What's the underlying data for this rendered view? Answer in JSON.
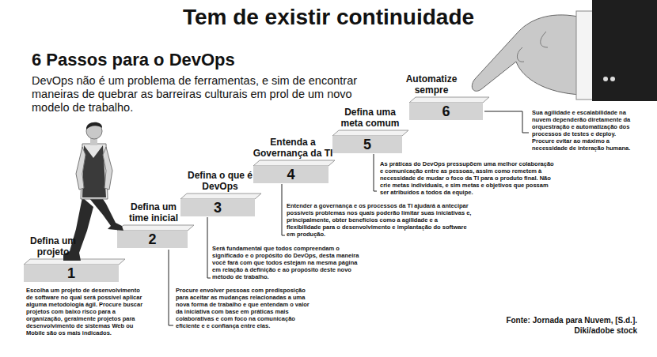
{
  "diagram": {
    "title": "Tem de existir continuidade",
    "nodes": [
      {
        "text": [
          "Defina um projeto",
          "1"
        ]
      },
      {
        "text": [
          "Defina um time inicial",
          "2"
        ]
      },
      {
        "text": [
          "Defina o que é DevOps",
          "3"
        ]
      },
      {
        "text": [
          "Entenda a Governança da TI",
          "4"
        ]
      },
      {
        "text": [
          "Defina uma meta comum",
          "5"
        ]
      },
      {
        "text": [
          "Automatize sempre",
          "6"
        ]
      }
    ],
    "labels": [
      "6 Passos para o DevOps",
      "DevOps não é um problema de ferramentas, e sim de encontrar maneiras de quebrar as barreiras culturais em prol de um novo modelo de trabalho.",
      "Escolha um projeto de desenvolvimento de software no qual será possível aplicar alguma metodologia ágil. Procure buscar projetos com baixo risco para a organização, geralmente projetos para desenvolvimento de sistemas Web ou Mobile são os mais indicados.",
      "Procure envolver pessoas com predisposição para aceitar as mudanças relacionadas a uma nova forma de trabalho e que entendam o valor da iniciativa com base em práticas mais colaborativas e com foco na comunicação eficiente e e confiança entre elas.",
      "Será fundamental que todos compreendam o significado e o propósito do DevOps, desta maneira você fará com que todos estejam na mesma página em relação à definição e ao propósito deste novo método de trabalho.",
      "Entender a governança e os processos da TI ajudará a antecipar possíveis problemas nos quais poderão limitar suas iniciativas e, principalmente, obter benefícios como a agilidade e a flexibilidade para o desenvolvimento e implantação do software em produção.",
      "As práticas do DevOps pressupõem uma melhor colaboração e comunicação entre as pessoas, assim como remetem à necessidade de mudar o foco da TI para o produto final. Não crie metas individuais, e sim metas e objetivos que possam ser atribuídos a todos da equipe.",
      "Sua agilidade e escalabilidade na nuvem dependerão diretamente da orquestração e automatização dos processos de testes e deploy. Procure evitar ao máximo a necessidade de interação humana.",
      "Fonte: Jornada para Nuvem, [S.d.]. Diki/adobe stock"
    ]
  }
}
